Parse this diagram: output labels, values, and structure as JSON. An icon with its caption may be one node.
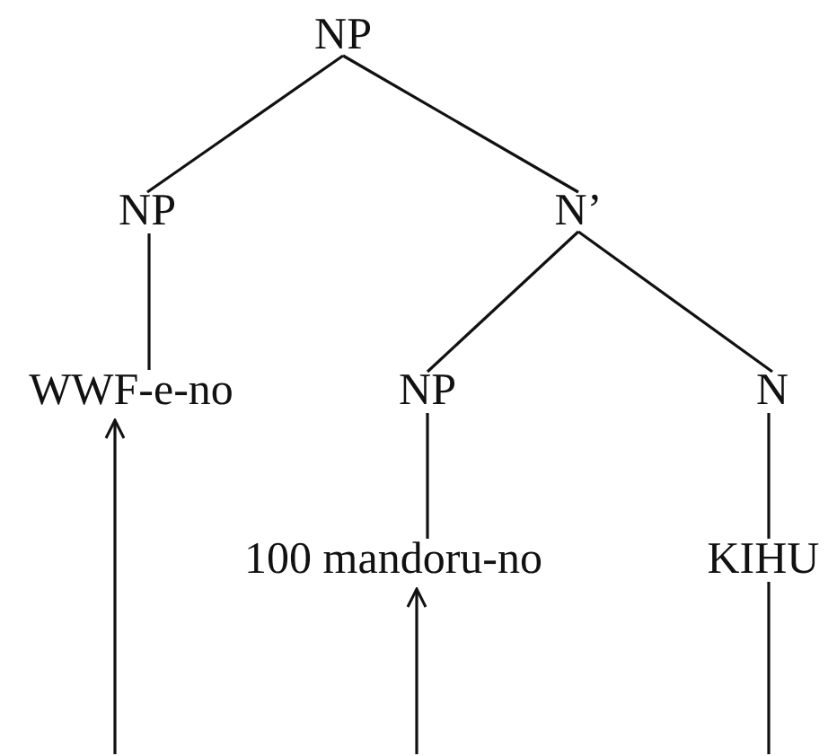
{
  "diagram": {
    "nodes": [
      {
        "text": [
          "NP"
        ]
      },
      {
        "text": [
          "NP"
        ]
      },
      {
        "text": [
          "N’"
        ]
      },
      {
        "text": [
          "WWF-e-no"
        ]
      },
      {
        "text": [
          "NP"
        ]
      },
      {
        "text": [
          "N"
        ]
      },
      {
        "text": [
          "100 mandoru-no"
        ]
      },
      {
        "text": [
          "KIHU"
        ]
      }
    ],
    "edges": [
      {
        "from": 0,
        "to": 1,
        "arrow": "none"
      },
      {
        "from": 0,
        "to": 2,
        "arrow": "none"
      },
      {
        "from": 1,
        "to": 3,
        "arrow": "none"
      },
      {
        "from": 2,
        "to": 4,
        "arrow": "none"
      },
      {
        "from": 2,
        "to": 5,
        "arrow": "none"
      },
      {
        "from": 4,
        "to": 6,
        "arrow": "none"
      },
      {
        "from": 5,
        "to": 7,
        "arrow": "none"
      },
      {
        "from": null,
        "to": 3,
        "arrow": "to"
      },
      {
        "from": null,
        "to": 6,
        "arrow": "to"
      },
      {
        "from": 7,
        "to": null,
        "arrow": "none"
      }
    ]
  }
}
